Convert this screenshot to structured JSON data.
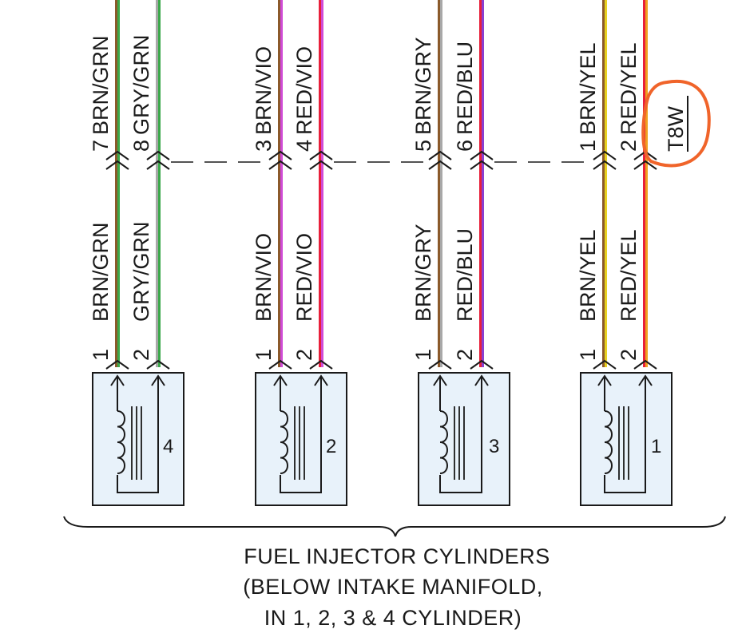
{
  "connector_id": "T8W",
  "connector_wires": [
    {
      "pin": "7",
      "label": "BRN/GRN",
      "colors": [
        "#8B5A2B",
        "#3BA84A"
      ]
    },
    {
      "pin": "8",
      "label": "GRY/GRN",
      "colors": [
        "#A8A8A8",
        "#3BA84A"
      ]
    },
    {
      "pin": "3",
      "label": "BRN/VIO",
      "colors": [
        "#8B5A2B",
        "#D04BD6"
      ]
    },
    {
      "pin": "4",
      "label": "RED/VIO",
      "colors": [
        "#E8203A",
        "#D04BD6"
      ]
    },
    {
      "pin": "5",
      "label": "BRN/GRY",
      "colors": [
        "#8B5A2B",
        "#A8A8A8"
      ]
    },
    {
      "pin": "6",
      "label": "RED/BLU",
      "colors": [
        "#E8203A",
        "#8A3FD0"
      ]
    },
    {
      "pin": "1",
      "label": "BRN/YEL",
      "colors": [
        "#8B5A2B",
        "#E8D020"
      ]
    },
    {
      "pin": "2",
      "label": "RED/YEL",
      "colors": [
        "#E8203A",
        "#F0A020"
      ]
    }
  ],
  "injectors": [
    {
      "number": "4",
      "pins": [
        "1",
        "2"
      ],
      "wire_labels": [
        "BRN/GRN",
        "GRY/GRN"
      ]
    },
    {
      "number": "2",
      "pins": [
        "1",
        "2"
      ],
      "wire_labels": [
        "BRN/VIO",
        "RED/VIO"
      ]
    },
    {
      "number": "3",
      "pins": [
        "1",
        "2"
      ],
      "wire_labels": [
        "BRN/GRY",
        "RED/BLU"
      ]
    },
    {
      "number": "1",
      "pins": [
        "1",
        "2"
      ],
      "wire_labels": [
        "BRN/YEL",
        "RED/YEL"
      ]
    }
  ],
  "caption": {
    "line1": "FUEL INJECTOR CYLINDERS",
    "line2": "(BELOW INTAKE MANIFOLD,",
    "line3": "IN 1, 2, 3 & 4 CYLINDER)"
  },
  "colors": {
    "ink": "#1a1a1a",
    "injector_fill": "#E8F2FA",
    "highlight": "#F0642A"
  }
}
